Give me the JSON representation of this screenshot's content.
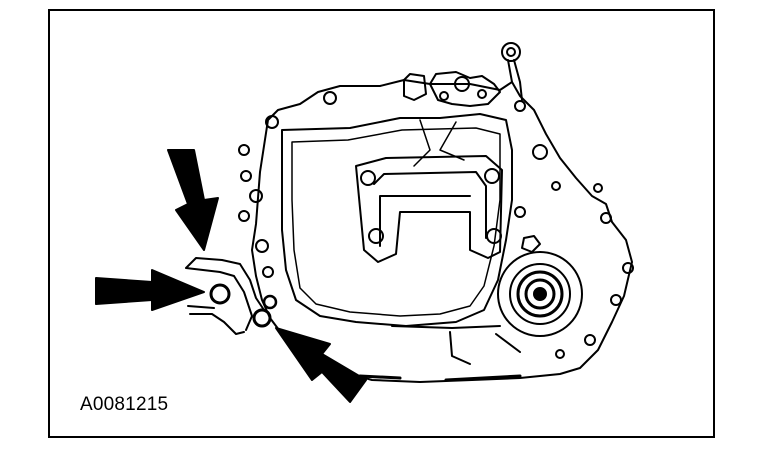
{
  "figure": {
    "id": "A0081215",
    "subject": "transaxle-side-view-line-drawing"
  },
  "callouts": [
    {
      "name": "upper-arrow",
      "points_to": "bracket-upper-bolt"
    },
    {
      "name": "left-arrow",
      "points_to": "bracket-stud-nut"
    },
    {
      "name": "lower-arrow",
      "points_to": "bracket-lower-bolt"
    }
  ],
  "colors": {
    "line": "#000000",
    "background": "#ffffff"
  }
}
